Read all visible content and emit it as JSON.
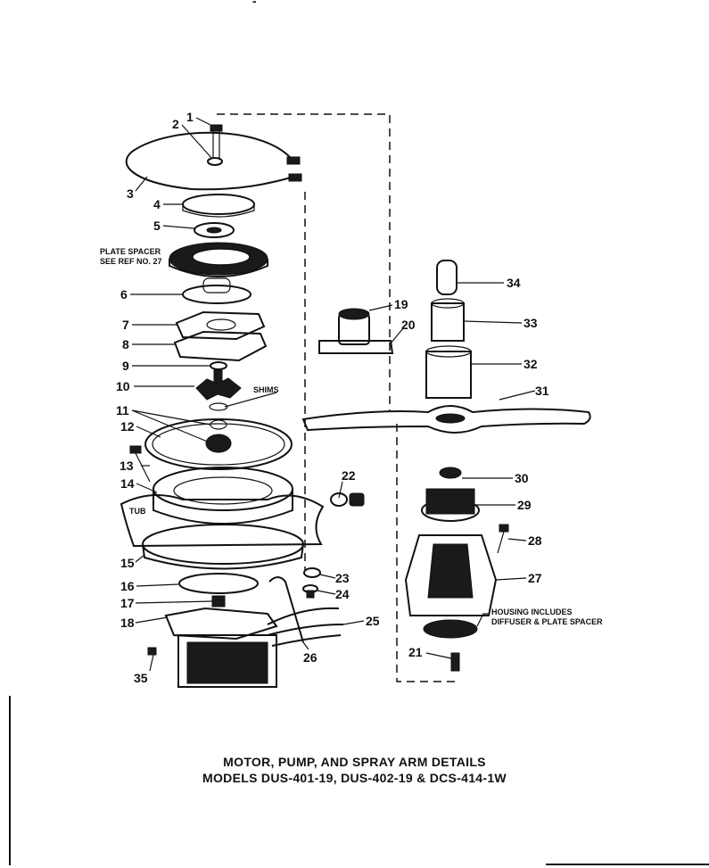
{
  "header": {
    "page_mark": "-"
  },
  "caption": {
    "line1": "MOTOR, PUMP, AND SPRAY ARM DETAILS",
    "line2": "MODELS DUS-401-19, DUS-402-19 & DCS-414-1W"
  },
  "notes": {
    "plate_spacer_1": "PLATE SPACER",
    "plate_spacer_2": "SEE REF NO. 27",
    "shims": "SHIMS",
    "tub": "TUB",
    "housing_1": "HOUSING INCLUDES",
    "housing_2": "DIFFUSER & PLATE SPACER"
  },
  "parts": {
    "p1": "1",
    "p2": "2",
    "p3": "3",
    "p4": "4",
    "p5": "5",
    "p6": "6",
    "p7": "7",
    "p8": "8",
    "p9": "9",
    "p10": "10",
    "p11": "11",
    "p12": "12",
    "p13": "13",
    "p14": "14",
    "p15": "15",
    "p16": "16",
    "p17": "17",
    "p18": "18",
    "p19": "19",
    "p20": "20",
    "p21": "21",
    "p22": "22",
    "p23": "23",
    "p24": "24",
    "p25": "25",
    "p26": "26",
    "p27": "27",
    "p28": "28",
    "p29": "29",
    "p30": "30",
    "p31": "31",
    "p32": "32",
    "p33": "33",
    "p34": "34",
    "p35": "35"
  }
}
